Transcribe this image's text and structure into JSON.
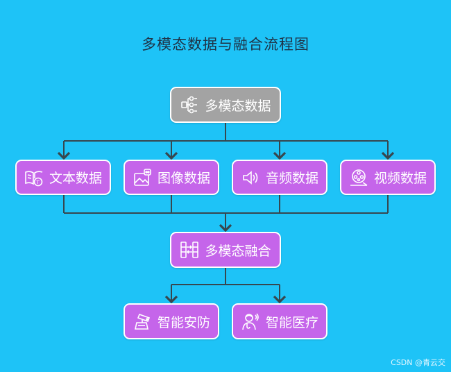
{
  "diagram": {
    "title": "多模态数据与融合流程图",
    "nodes": {
      "root": "多模态数据",
      "text": "文本数据",
      "image": "图像数据",
      "audio": "音频数据",
      "video": "视频数据",
      "fusion": "多模态融合",
      "security": "智能安防",
      "medical": "智能医疗"
    },
    "icons": {
      "root": "data-hierarchy-icon",
      "text": "book-text-icon",
      "image": "image-robot-icon",
      "audio": "speaker-icon",
      "video": "film-reel-icon",
      "fusion": "fusion-arrows-icon",
      "security": "security-camera-icon",
      "medical": "doctor-icon"
    },
    "colors": {
      "background": "#1ec3f7",
      "root": "#a3a3a3",
      "node": "#c565ea",
      "connector": "#37474f"
    }
  },
  "watermark": "CSDN @青云交"
}
